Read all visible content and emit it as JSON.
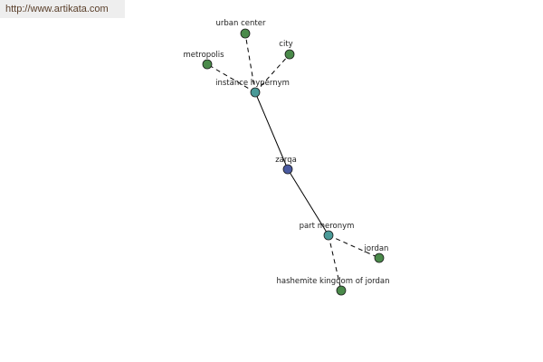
{
  "banner": {
    "url": "http://www.artikata.com"
  },
  "colors": {
    "center": "#4a5aa0",
    "relation": "#4a9a98",
    "leaf": "#4a8a4a"
  },
  "nodes": [
    {
      "id": "zarqa",
      "label": "zarqa",
      "kind": "center"
    },
    {
      "id": "instance-hypernym",
      "label": "instance hypernym",
      "kind": "relation"
    },
    {
      "id": "part-meronym",
      "label": "part meronym",
      "kind": "relation"
    },
    {
      "id": "urban-center",
      "label": "urban center",
      "kind": "leaf"
    },
    {
      "id": "city",
      "label": "city",
      "kind": "leaf"
    },
    {
      "id": "metropolis",
      "label": "metropolis",
      "kind": "leaf"
    },
    {
      "id": "jordan",
      "label": "jordan",
      "kind": "leaf"
    },
    {
      "id": "hashemite-kingdom-of-jordan",
      "label": "hashemite kingdom of jordan",
      "kind": "leaf"
    }
  ],
  "edges": [
    {
      "from": "zarqa",
      "to": "instance-hypernym",
      "style": "solid"
    },
    {
      "from": "zarqa",
      "to": "part-meronym",
      "style": "solid"
    },
    {
      "from": "instance-hypernym",
      "to": "urban-center",
      "style": "dashed"
    },
    {
      "from": "instance-hypernym",
      "to": "city",
      "style": "dashed"
    },
    {
      "from": "instance-hypernym",
      "to": "metropolis",
      "style": "dashed"
    },
    {
      "from": "part-meronym",
      "to": "jordan",
      "style": "dashed"
    },
    {
      "from": "part-meronym",
      "to": "hashemite-kingdom-of-jordan",
      "style": "dashed"
    }
  ]
}
